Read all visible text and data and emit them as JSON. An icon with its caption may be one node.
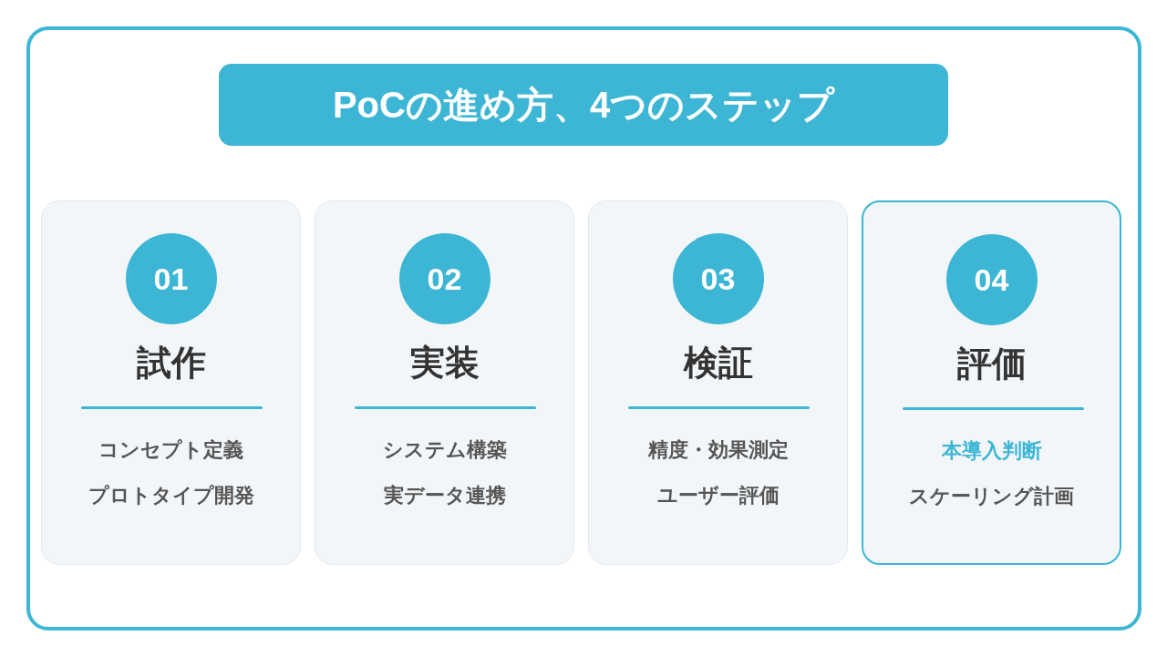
{
  "diagram": {
    "title": "PoCの進め方、4つのステップ",
    "nodes": [
      {
        "text": [
          "試作",
          "コンセプト定義",
          "プロトタイプ開発"
        ]
      },
      {
        "text": [
          "01"
        ],
        "in": 0
      },
      {
        "text": [
          "実装",
          "システム構築",
          "実データ連携"
        ]
      },
      {
        "text": [
          "02"
        ],
        "in": 2
      },
      {
        "text": [
          "検証",
          "精度・効果測定",
          "ユーザー評価"
        ]
      },
      {
        "text": [
          "03"
        ],
        "in": 4
      },
      {
        "text": [
          "評価",
          "本導入判断",
          "スケーリング計画"
        ]
      },
      {
        "text": [
          "04"
        ],
        "in": 6
      }
    ]
  }
}
